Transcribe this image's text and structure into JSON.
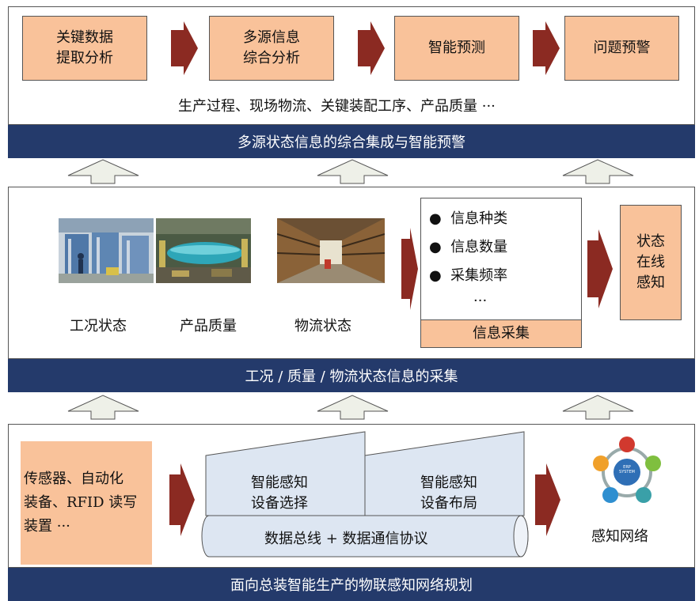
{
  "top": {
    "boxes": [
      "关键数据\n提取分析",
      "多源信息\n综合分析",
      "智能预测",
      "问题预警"
    ],
    "caption": "生产过程、现场物流、关键装配工序、产品质量 ···",
    "band": "多源状态信息的综合集成与智能预警"
  },
  "middle": {
    "image_labels": [
      "工况状态",
      "产品质量",
      "物流状态"
    ],
    "info_items": [
      "信息种类",
      "信息数量",
      "采集频率"
    ],
    "info_ellipsis": "···",
    "info_footer": "信息采集",
    "result_box": "状态\n在线\n感知",
    "band": "工况 / 质量 / 物流状态信息的采集"
  },
  "bottom": {
    "left_box": "传感器、自动化\n装备、RFID 读写\n装置 ···",
    "device_select": "智能感知\n设备选择",
    "device_layout": "智能感知\n设备布局",
    "bus": "数据总线 + 数据通信协议",
    "network_label": "感知网络",
    "network_center": "ERP\nSYSTEM",
    "band": "面向总装智能生产的物联感知网络规划"
  },
  "colors": {
    "band": "#243a6b",
    "orange_box": "#f9c29a",
    "arrow_red": "#8b2a22",
    "light_blue": "#dde6f2"
  }
}
